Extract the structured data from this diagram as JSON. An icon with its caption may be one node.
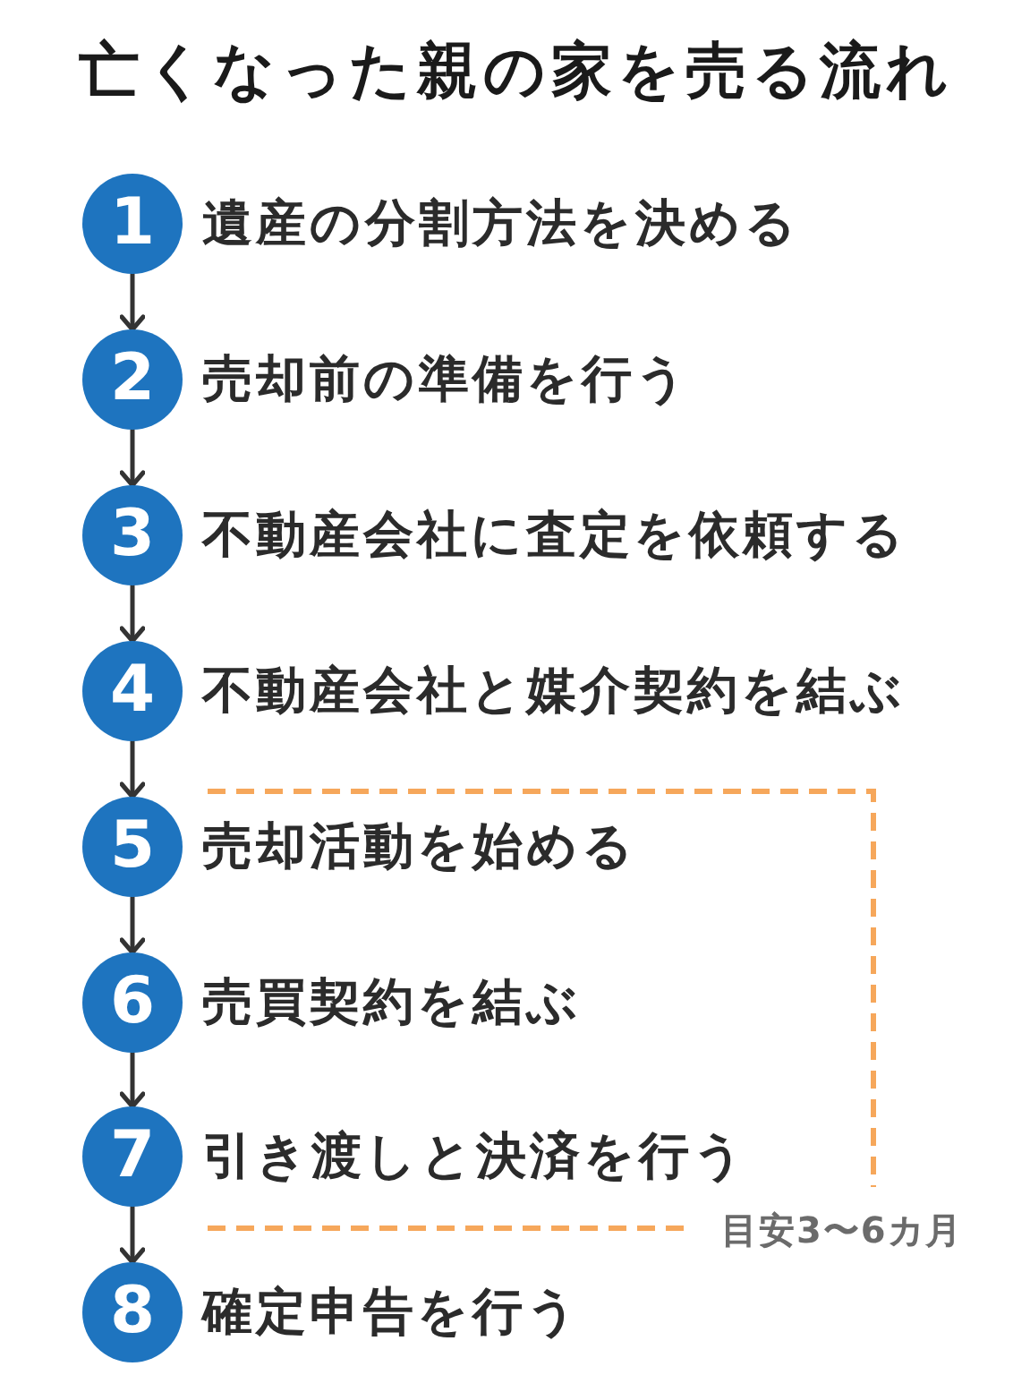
{
  "diagram": {
    "title": "亡くなった親の家を売る流れ",
    "nodes": [
      {
        "text": [
          "1"
        ],
        "beside": [
          "遺産の分割方法を決める"
        ]
      },
      {
        "text": [
          "2"
        ],
        "beside": [
          "売却前の準備を行う"
        ]
      },
      {
        "text": [
          "3"
        ],
        "beside": [
          "不動産会社に査定を依頼する"
        ]
      },
      {
        "text": [
          "4"
        ],
        "beside": [
          "不動産会社と媒介契約を結ぶ"
        ]
      },
      {
        "text": [
          "5"
        ],
        "beside": [
          "売却活動を始める"
        ]
      },
      {
        "text": [
          "6"
        ],
        "beside": [
          "売買契約を結ぶ"
        ]
      },
      {
        "text": [
          "7"
        ],
        "beside": [
          "引き渡しと決済を行う"
        ]
      },
      {
        "text": [
          "8"
        ],
        "beside": [
          "確定申告を行う"
        ]
      }
    ],
    "edges": [
      {
        "from": 0,
        "to": 1,
        "arrow": "to"
      },
      {
        "from": 1,
        "to": 2,
        "arrow": "to"
      },
      {
        "from": 2,
        "to": 3,
        "arrow": "to"
      },
      {
        "from": 3,
        "to": 4,
        "arrow": "to"
      },
      {
        "from": 4,
        "to": 5,
        "arrow": "to"
      },
      {
        "from": 5,
        "to": 6,
        "arrow": "to"
      },
      {
        "from": 6,
        "to": 7,
        "arrow": "to"
      }
    ],
    "labels": [
      "目安3〜6カ月"
    ]
  }
}
